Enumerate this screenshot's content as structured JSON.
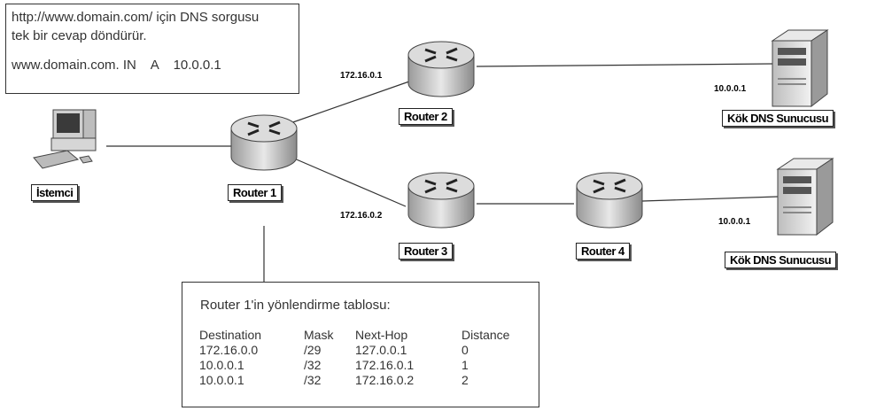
{
  "note": {
    "line1": "http://www.domain.com/ için DNS sorgusu",
    "line2": "tek bir cevap döndürür.",
    "line3": "www.domain.com. IN    A    10.0.0.1"
  },
  "nodes": {
    "client": "İstemci",
    "router1": "Router 1",
    "router2": "Router 2",
    "router3": "Router 3",
    "router4": "Router 4",
    "server_top": "Kök DNS Sunucusu",
    "server_bottom": "Kök DNS Sunucusu"
  },
  "ips": {
    "router2": "172.16.0.1",
    "router3": "172.16.0.2",
    "server_top": "10.0.0.1",
    "server_bottom": "10.0.0.1"
  },
  "routing_table": {
    "title": "Router 1'in yönlendirme tablosu:",
    "headers": [
      "Destination",
      "Mask",
      "Next-Hop",
      "Distance"
    ],
    "rows": [
      [
        "172.16.0.0",
        "/29",
        "127.0.0.1",
        "0"
      ],
      [
        "10.0.0.1",
        "/32",
        "172.16.0.1",
        "1"
      ],
      [
        "10.0.0.1",
        "/32",
        "172.16.0.2",
        "2"
      ]
    ]
  }
}
